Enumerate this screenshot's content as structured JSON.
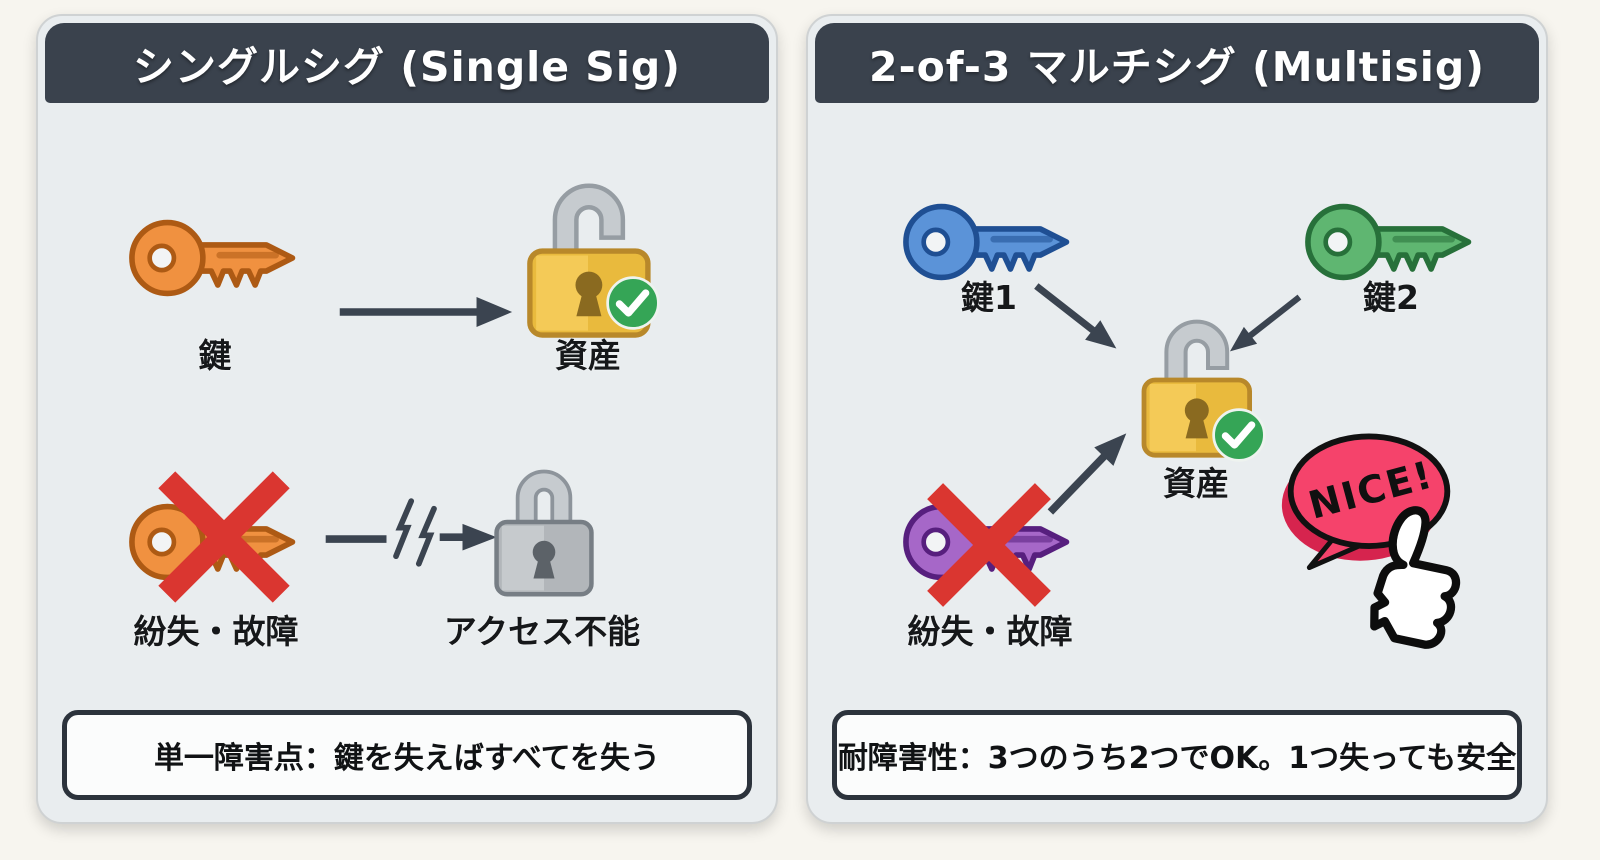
{
  "left_panel": {
    "title": "シングルシグ (Single Sig)",
    "key_label": "鍵",
    "asset_label": "資産",
    "lost_label": "紛失・故障",
    "no_access_label": "アクセス不能",
    "caption": "単一障害点：鍵を失えばすべてを失う"
  },
  "right_panel": {
    "title": "2-of-3 マルチシグ (Multisig)",
    "key1_label": "鍵1",
    "key2_label": "鍵2",
    "asset_label": "資産",
    "lost_label": "紛失・故障",
    "nice_label": "NICE!",
    "caption": "耐障害性：3つのうち2つでOK。1つ失っても安全"
  },
  "icons": {
    "orange_key_icon": "#f09140",
    "blue_key_icon": "#5b93d8",
    "green_key_icon": "#5fb671",
    "purple_key_icon": "#a667c8",
    "red_x_icon": "#da3630",
    "gold_open_lock_icon": "#e9ba3d",
    "gray_closed_lock_icon": "#b2b6ba",
    "green_check_icon": "#35a556",
    "arrow_icon": "#3b4450",
    "broken_arrow_icon": "#3b4450",
    "speech_bubble_icon": "#f5436b",
    "thumbs_up_icon": "#ffffff"
  },
  "colors": {
    "page_background": "#f7f5ef",
    "panel_background": "#e9edef",
    "header_background": "#3a424d",
    "header_text": "#ffffff",
    "caption_border": "#2c333c",
    "label_text": "#16181a"
  }
}
